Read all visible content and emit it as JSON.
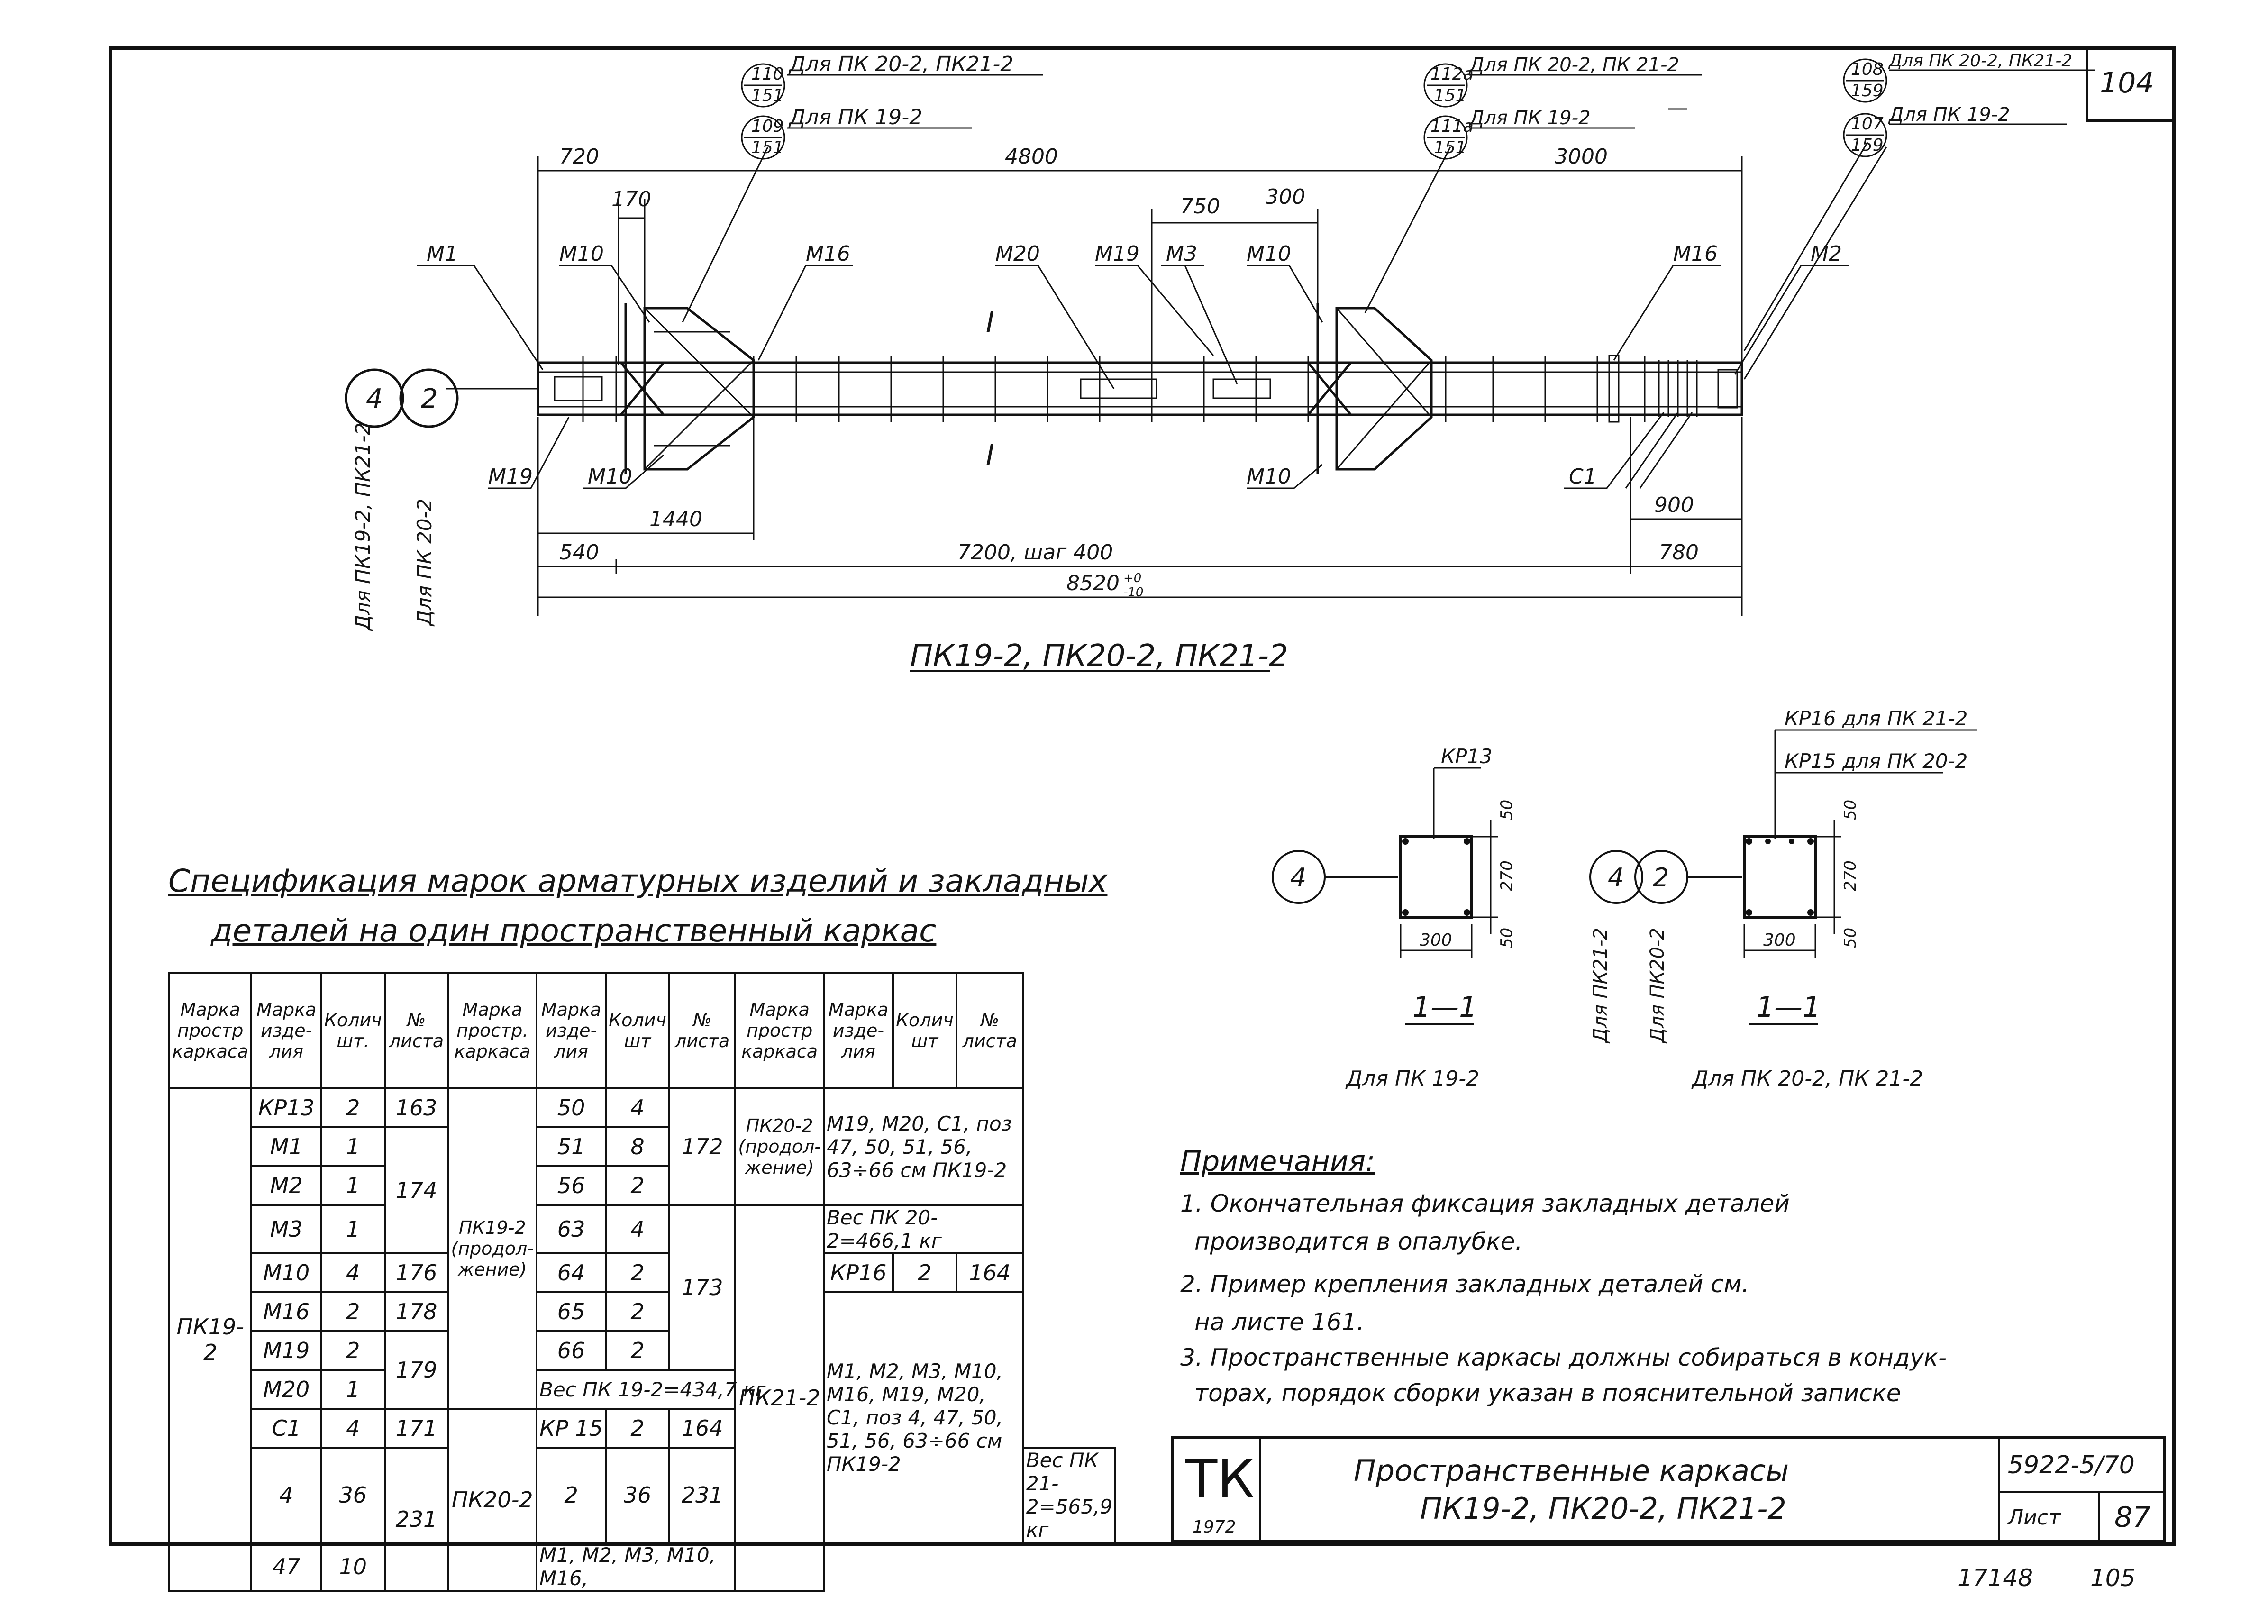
{
  "sheet_number_corner": "104",
  "drawing": {
    "title": "ПК19-2, ПК20-2, ПК21-2",
    "callouts": {
      "c110": {
        "top": "110",
        "bottom": "151",
        "text": "Для ПК 20-2, ПК21-2"
      },
      "c109": {
        "top": "109",
        "bottom": "151",
        "text": "Для ПК 19-2"
      },
      "c112a": {
        "top": "112а",
        "bottom": "151",
        "text": "Для ПК 20-2, ПК 21-2"
      },
      "c111a": {
        "top": "111а",
        "bottom": "151",
        "text": "Для ПК 19-2"
      },
      "c108": {
        "top": "108",
        "bottom": "159",
        "text": "Для ПК 20-2, ПК21-2"
      },
      "c107": {
        "top": "107",
        "bottom": "159",
        "text": "Для ПК 19-2"
      }
    },
    "marks": {
      "m1": "М1",
      "m10a": "М10",
      "m16a": "М16",
      "m20": "М20",
      "m19a": "М19",
      "m3": "М3",
      "m10b": "М10",
      "m16b": "М16",
      "m2": "М2",
      "m19b": "М19",
      "m10c": "М10",
      "m10d": "М10",
      "c1": "С1"
    },
    "dims": {
      "d720": "720",
      "d4800": "4800",
      "d170": "170",
      "d750": "750",
      "d300": "300",
      "d3000": "3000",
      "d1440": "1440",
      "d540": "540",
      "d7200": "7200, шаг 400",
      "d780": "780",
      "d900": "900",
      "d8520": "8520",
      "tol_top": "+0",
      "tol_bottom": "-10"
    },
    "section_mark": "I",
    "circles": {
      "left4": "4",
      "left2": "2"
    },
    "vertical_labels": {
      "v1": "Для ПК19-2, ПК21-2",
      "v2": "Для ПК 20-2"
    }
  },
  "sections": {
    "left": {
      "circle": "4",
      "kr": "КР13",
      "d300": "300",
      "d270": "270",
      "d50a": "50",
      "d50b": "50",
      "label": "1—1",
      "caption": "Для ПК 19-2"
    },
    "right": {
      "circle1": "4",
      "circle2": "2",
      "kr16": "КР16 для ПК 21-2",
      "kr15": "КР15 для ПК 20-2",
      "d300": "300",
      "d270": "270",
      "d50a": "50",
      "d50b": "50",
      "label": "1—1",
      "caption": "Для ПК 20-2, ПК 21-2",
      "v1": "Для ПК21-2",
      "v2": "Для ПК20-2"
    }
  },
  "spec": {
    "title_line1": "Спецификация марок арматурных изделий и закладных",
    "title_line2": "деталей на один пространственный каркас",
    "headers": {
      "h1": "Марка простр каркаса",
      "h2": "Марка изде- лия",
      "h3": "Колич шт.",
      "h4": "№ листа",
      "h5": "Марка простр. каркаса",
      "h6": "Марка изде- лия",
      "h7": "Колич шт",
      "h8": "№ листа",
      "h9": "Марка простр каркаса",
      "h10": "Марка изде- лия",
      "h11": "Колич шт",
      "h12": "№ листа"
    },
    "col1": {
      "frame": "ПК19-2",
      "rows": [
        {
          "item": "КР13",
          "qty": "2",
          "sheet": "163"
        },
        {
          "item": "М1",
          "qty": "1",
          "sheet": "174"
        },
        {
          "item": "М2",
          "qty": "1"
        },
        {
          "item": "М3",
          "qty": "1"
        },
        {
          "item": "М10",
          "qty": "4",
          "sheet": "176"
        },
        {
          "item": "М16",
          "qty": "2",
          "sheet": "178"
        },
        {
          "item": "М19",
          "qty": "2",
          "sheet": "179"
        },
        {
          "item": "М20",
          "qty": "1"
        },
        {
          "item": "С1",
          "qty": "4",
          "sheet": "171"
        },
        {
          "item": "4",
          "qty": "36",
          "sheet": "231"
        },
        {
          "item": "47",
          "qty": "10"
        }
      ]
    },
    "col2": {
      "frame_a": "ПК19-2 (продол- жение)",
      "frame_b": "ПК20-2",
      "rows": [
        {
          "item": "50",
          "qty": "4",
          "sheet": "172"
        },
        {
          "item": "51",
          "qty": "8"
        },
        {
          "item": "56",
          "qty": "2"
        },
        {
          "item": "63",
          "qty": "4",
          "sheet": "173"
        },
        {
          "item": "64",
          "qty": "2"
        },
        {
          "item": "65",
          "qty": "2"
        },
        {
          "item": "66",
          "qty": "2"
        }
      ],
      "weight": "Вес ПК 19-2=434,7 кг",
      "kr15": {
        "item": "КР 15",
        "qty": "2",
        "sheet": "164"
      },
      "row2": {
        "item": "2",
        "qty": "36",
        "sheet": "231"
      },
      "last": "М1, М2, М3, М10, М16,"
    },
    "col3": {
      "frame_a": "ПК20-2 (продол- жение)",
      "frame_b": "ПК21-2",
      "text_a": "М19, М20, С1, поз 47, 50, 51, 56, 63÷66 см ПК19-2",
      "weight_a": "Вес ПК 20-2=466,1 кг",
      "kr16": {
        "item": "КР16",
        "qty": "2",
        "sheet": "164"
      },
      "text_b": "М1, М2, М3, М10, М16, М19, М20, С1, поз 4, 47, 50, 51, 56, 63÷66 см ПК19-2",
      "weight_b": "Вес ПК 21-2=565,9 кг"
    }
  },
  "notes": {
    "title": "Примечания:",
    "n1a": "1. Окончательная фиксация закладных деталей",
    "n1b": "производится в опалубке.",
    "n2a": "2. Пример крепления закладных деталей см.",
    "n2b": "на листе 161.",
    "n3a": "3. Пространственные каркасы должны собираться в кондук-",
    "n3b": "торах, порядок сборки указан в пояснительной записке"
  },
  "stamp": {
    "org": "ТК",
    "year": "1972",
    "title1": "Пространственные каркасы",
    "title2": "ПК19-2, ПК20-2, ПК21-2",
    "code": "5922-5/70",
    "sheet_label": "Лист",
    "sheet_no": "87"
  },
  "footer": {
    "left": "17148",
    "right": "105"
  }
}
